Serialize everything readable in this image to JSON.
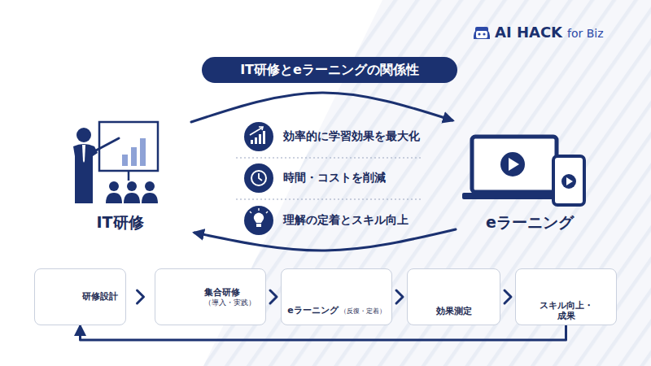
{
  "diagram": {
    "title": "IT研修とeラーニングの関係性",
    "nodes": [
      {
        "text": [
          "IT研修"
        ]
      },
      {
        "text": [
          "eラーニング"
        ]
      },
      {
        "text": [
          "研修設計"
        ]
      },
      {
        "text": [
          "集合研修",
          "（導入・実践）"
        ]
      },
      {
        "text": [
          "eラーニング",
          "（反復・定着）"
        ]
      },
      {
        "text": [
          "効果測定"
        ]
      },
      {
        "text": [
          "スキル向上・ 成果"
        ]
      }
    ],
    "edges": [
      {
        "from": 0,
        "to": 1,
        "arrow": "to"
      },
      {
        "from": 1,
        "to": 0,
        "arrow": "to"
      },
      {
        "from": 2,
        "to": 3,
        "arrow": "to"
      },
      {
        "from": 3,
        "to": 4,
        "arrow": "to"
      },
      {
        "from": 4,
        "to": 5,
        "arrow": "to"
      },
      {
        "from": 5,
        "to": 6,
        "arrow": "to"
      },
      {
        "from": 6,
        "to": 2,
        "arrow": "to"
      }
    ],
    "labels": [
      "AI HACK",
      "for Biz",
      "効率的に学習効果を最大化",
      "時間・コストを削減",
      "理解の定着とスキル向上"
    ]
  }
}
